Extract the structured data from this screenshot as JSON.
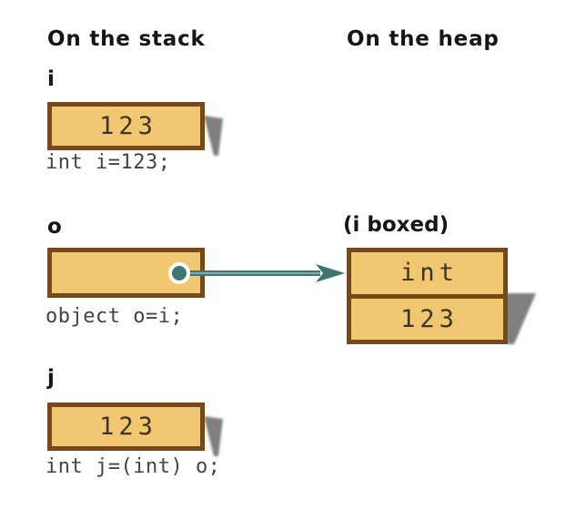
{
  "diagram": {
    "title_left": "On the stack",
    "title_right": "On the heap",
    "stack_items": [
      {
        "label": "i",
        "value": "123",
        "caption": "int i=123;"
      },
      {
        "label": "o",
        "value": "",
        "caption": "object o=i;"
      },
      {
        "label": "j",
        "value": "123",
        "caption": "int j=(int) o;"
      }
    ],
    "heap_item": {
      "label": "(i boxed)",
      "rows": [
        "int",
        "123"
      ]
    },
    "colors": {
      "box_fill": "#F2C772",
      "box_border": "#75491C",
      "shadow": "#7F7F7F",
      "arrow": "#3F7474",
      "heading_text": "#151515",
      "caption_text": "#444444",
      "value_text": "#3B3526"
    }
  }
}
